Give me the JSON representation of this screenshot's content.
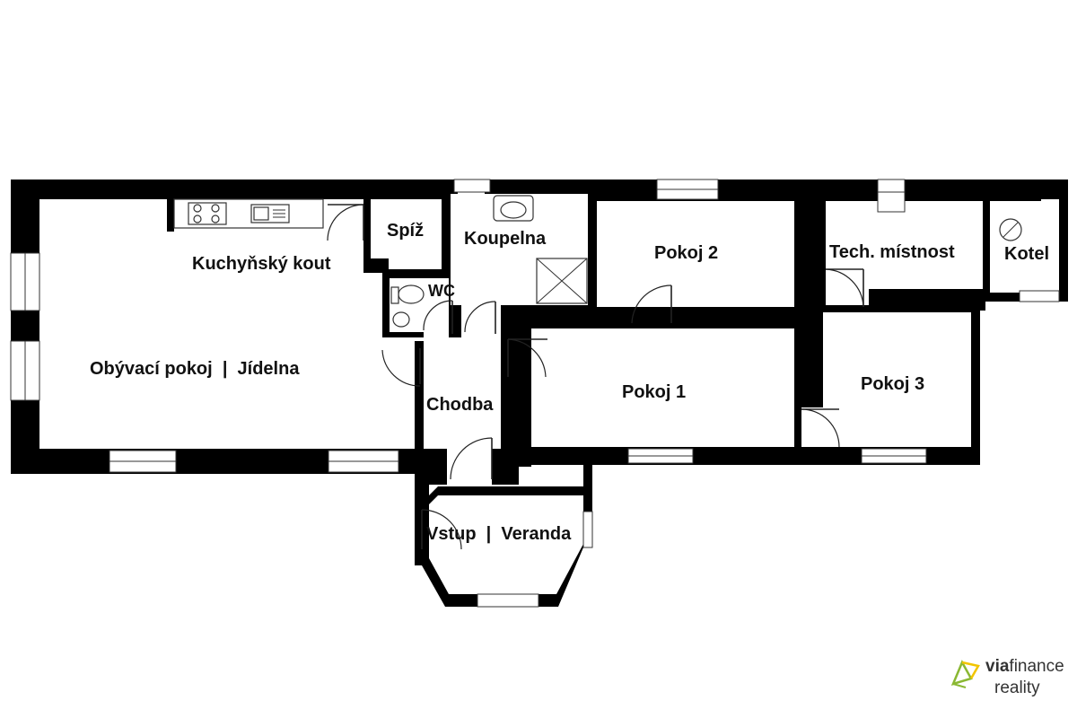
{
  "rooms": {
    "kitchen": "Kuchyňský kout",
    "pantry": "Spíž",
    "bathroom": "Koupelna",
    "room2": "Pokoj 2",
    "tech_room": "Tech. místnost",
    "boiler": "Kotel",
    "wc": "WC",
    "living_dining": "Obývací pokoj  |  Jídelna",
    "hallway": "Chodba",
    "room1": "Pokoj 1",
    "room3": "Pokoj 3",
    "entrance_veranda": "Vstup  |  Veranda"
  },
  "logo": {
    "brand_prefix": "via",
    "brand_suffix": "finance",
    "brand_sub": "reality"
  },
  "colors": {
    "wall": "#000000",
    "background": "#ffffff",
    "logo_green": "#8ab833",
    "logo_yellow": "#f2c500"
  }
}
